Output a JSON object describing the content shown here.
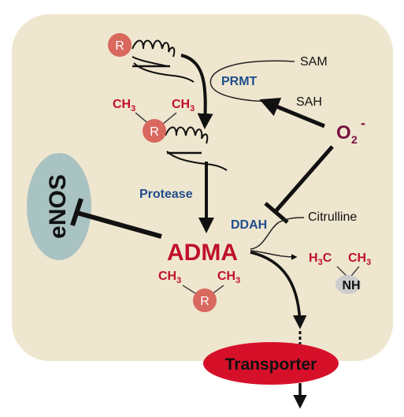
{
  "colors": {
    "cell": "#efe6cf",
    "red_text": "#c0102a",
    "blue_text": "#1f4e8c",
    "enos_fill": "#a9c2c2",
    "r_node": "#d9685e",
    "transporter": "#d7102a"
  },
  "labels": {
    "sam": "SAM",
    "sah": "SAH",
    "prmt": "PRMT",
    "superoxide_base": "O",
    "superoxide_sub": "2",
    "superoxide_sup": "-",
    "protease": "Protease",
    "ddah": "DDAH",
    "citrulline": "Citrulline",
    "adma": "ADMA",
    "enos": "eNOS",
    "transporter": "Transporter",
    "r": "R",
    "ch": "CH",
    "three": "3",
    "h3": "H",
    "c": "C",
    "nh": "NH"
  }
}
